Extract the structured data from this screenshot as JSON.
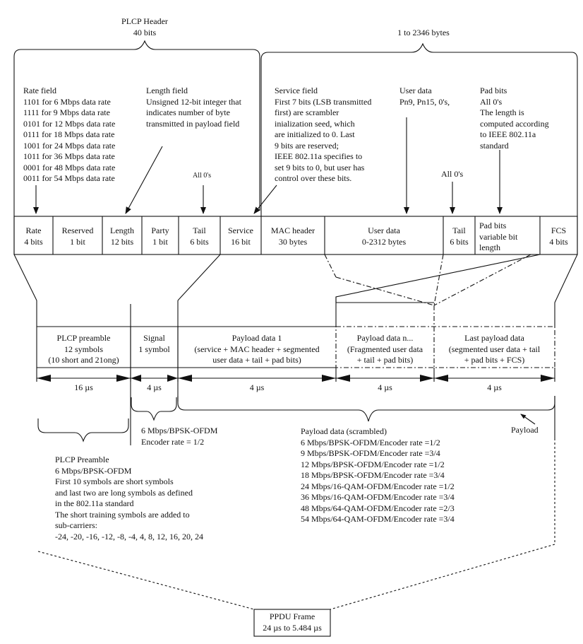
{
  "plcp_header": {
    "title": "PLCP Header",
    "bits": "40 bits"
  },
  "payload_bytes": "1 to 2346 bytes",
  "annotations": {
    "rate_field": [
      "Rate field",
      "1101 for 6 Mbps data rate",
      "1111 for 9 Mbps data rate",
      "0101 for 12 Mbps data rate",
      "0111 for 18 Mbps data rate",
      "1001 for 24 Mbps data rate",
      "1011 for 36 Mbps data rate",
      "0001 for 48 Mbps data rate",
      "0011 for 54 Mbps data rate"
    ],
    "length_field": [
      "Length field",
      "Unsigned 12-bit integer that",
      "indicates number of byte",
      "transmitted in payload field"
    ],
    "all_zeros_tail": "All 0's",
    "service_field": [
      "Service field",
      "First 7 bits (LSB transmitted",
      "first) are scrambler",
      "inialization seed, which",
      "are initialized to 0. Last",
      "9 bits are reserved;",
      "IEEE 802.11a specifies to",
      "set 9 bits to 0, but user has",
      "control over these bits."
    ],
    "user_data": [
      "User data",
      "Pn9, Pn15, 0's,"
    ],
    "all_zeros_tail2": "All 0's",
    "pad_bits": [
      "Pad bits",
      "All 0's",
      "The length is",
      "computed according",
      "to IEEE 802.11a",
      "standard"
    ]
  },
  "fields": [
    {
      "name": "Rate",
      "value": "4 bits"
    },
    {
      "name": "Reserved",
      "value": "1 bit"
    },
    {
      "name": "Length",
      "value": "12 bits"
    },
    {
      "name": "Party",
      "value": "1 bit"
    },
    {
      "name": "Tail",
      "value": "6 bits"
    },
    {
      "name": "Service",
      "value": "16 bit"
    },
    {
      "name": "MAC header",
      "value": "30 bytes"
    },
    {
      "name": "User data",
      "value": "0-2312 bytes"
    },
    {
      "name": "Tail",
      "value": "6 bits"
    },
    {
      "name": "Pad bits",
      "value": "variable bit",
      "extra": "length"
    },
    {
      "name": "FCS",
      "value": "4 bits"
    }
  ],
  "symbols": [
    {
      "lines": [
        "PLCP preamble",
        "12 symbols",
        "(10 short and 21ong)"
      ]
    },
    {
      "lines": [
        "Signal",
        "1 symbol"
      ]
    },
    {
      "lines": [
        "Payload data 1",
        "(service + MAC header + segmented",
        "user data + tail + pad bits)"
      ]
    },
    {
      "lines": [
        "Payload data n...",
        "(Fragmented user data",
        "+ tail + pad bits)"
      ]
    },
    {
      "lines": [
        "Last payload data",
        "(segmented user data + tail",
        "+ pad bits + FCS)"
      ]
    }
  ],
  "durations": [
    "16 µs",
    "4 µs",
    "4 µs",
    "4 µs",
    "4 µs"
  ],
  "signal_note": [
    "6 Mbps/BPSK-OFDM",
    "Encoder rate = 1/2"
  ],
  "payload_label": "Payload",
  "payload_scrambled": [
    "Payload data (scrambled)",
    "6 Mbps/BPSK-OFDM/Encoder rate =1/2",
    "9 Mbps/BPSK-OFDM/Encoder rate =3/4",
    "12 Mbps/BPSK-OFDM/Encoder rate =1/2",
    "18 Mbps/BPSK-OFDM/Encoder rate =3/4",
    "24 Mbps/16-QAM-OFDM/Encoder rate =1/2",
    "36 Mbps/16-QAM-OFDM/Encoder rate =3/4",
    "48 Mbps/64-QAM-OFDM/Encoder rate =2/3",
    "54 Mbps/64-QAM-OFDM/Encoder rate =3/4"
  ],
  "plcp_preamble_note": [
    "PLCP Preamble",
    "6 Mbps/BPSK-OFDM",
    "First 10 symbols are short symbols",
    "and last two are long symbols as defined",
    "in the 802.11a standard",
    "The short training symbols are added to",
    "sub-carriers:",
    "-24, -20, -16, -12, -8, -4, 4, 8, 12, 16, 20, 24"
  ],
  "ppdu": {
    "title": "PPDU Frame",
    "range": "24 µs to 5.484 µs"
  }
}
